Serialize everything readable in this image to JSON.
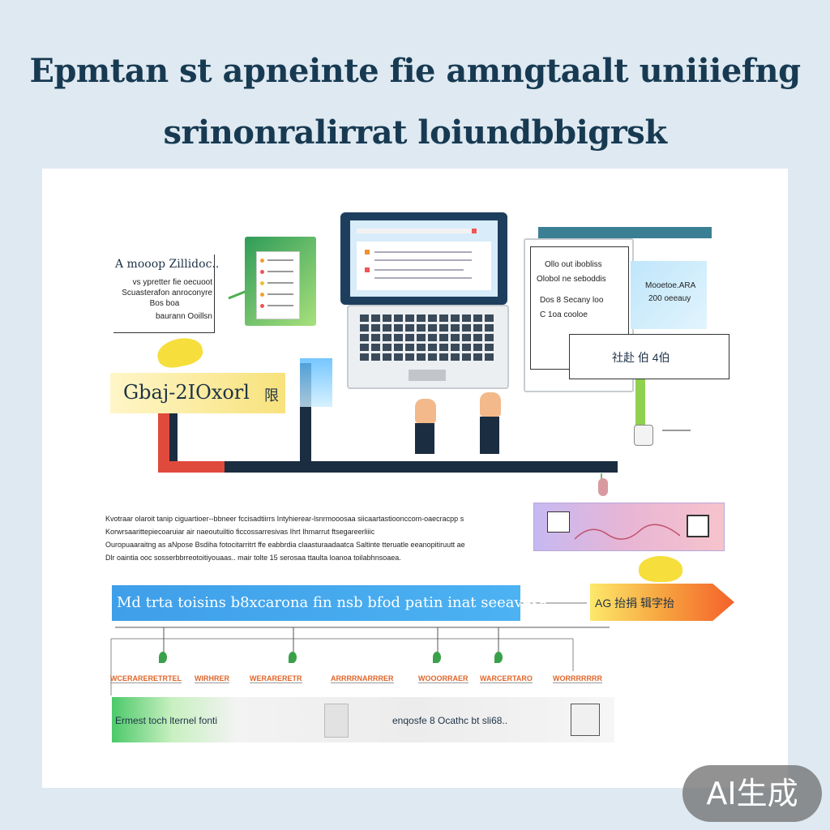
{
  "header": {
    "title_line1": "Epmtan st apneinte fie amngtaalt uniiiefng",
    "title_line2": "srinonralirrat loiundbbigrsk"
  },
  "left_note": {
    "title": "A mooop Zillidoc..",
    "lines": [
      "vs ypretter fie oecuoot",
      "Scuasterafon anroconyre",
      "Bos boa",
      "baurann Ooillsn"
    ]
  },
  "date_banner": {
    "text": "Gbaj-2IOxorl",
    "glyph": "限"
  },
  "right_doc": {
    "lines": [
      "Ollo out ibobliss",
      "Olobol ne seboddis",
      "Dos 8 Secany loo",
      "C 1oa cooloe"
    ],
    "side_lines": [
      "Mooetoe.ARA",
      "200 oeeauy"
    ],
    "value_label": "社赴 伯 4伯"
  },
  "paragraph": {
    "lines": [
      "Kvotraar olaroit tanip ciguartioer--bbneer fccisadtiirrs  Intyhierear-lsnrmooosaa siicaartastioonccom-oaecracpp s",
      "Korwrsaarittepiecoaruiar air naeoutuiltio ficcossarresivas  Ihrt Ihmarrut ftsegareerliiic",
      "Ouropuaaraitng as aNpose  Bsdiha  fotocitarritrt ffe eabbrdia  claasturaadaatca  Saltinte tteruatle eeanopitiruutt ae",
      "Dlr oaintia ooc sosserbbrreotoitiyouaas..  mair tolte 15  serosaa  ttaulta  loanoa toilabhnsoaea."
    ]
  },
  "process_bar": {
    "text": "Md trta toisins b8xcarona fin nsb bfod patin inat seeavesa"
  },
  "arrow_label": {
    "text": "AG 抬捐  辑字抬"
  },
  "step_labels": [
    "WCERARERETRTEL",
    "WIRHRER",
    "WERARERETR",
    "ARRRRNARRRER",
    "WOOORRAER",
    "WARCERTARO",
    "WORRRRRRR"
  ],
  "bottom_strip": {
    "left": "Ermest toch lternel fonti",
    "right": "enqosfe  8  Ocathc  bt sli68.."
  },
  "badge": {
    "text": "AI生成"
  },
  "colors": {
    "title": "#173a52",
    "bar_blue": "#3fa2ea",
    "line_dark": "#1b2d40",
    "line_red": "#e04a3c",
    "accent_green": "#3aa14a"
  }
}
